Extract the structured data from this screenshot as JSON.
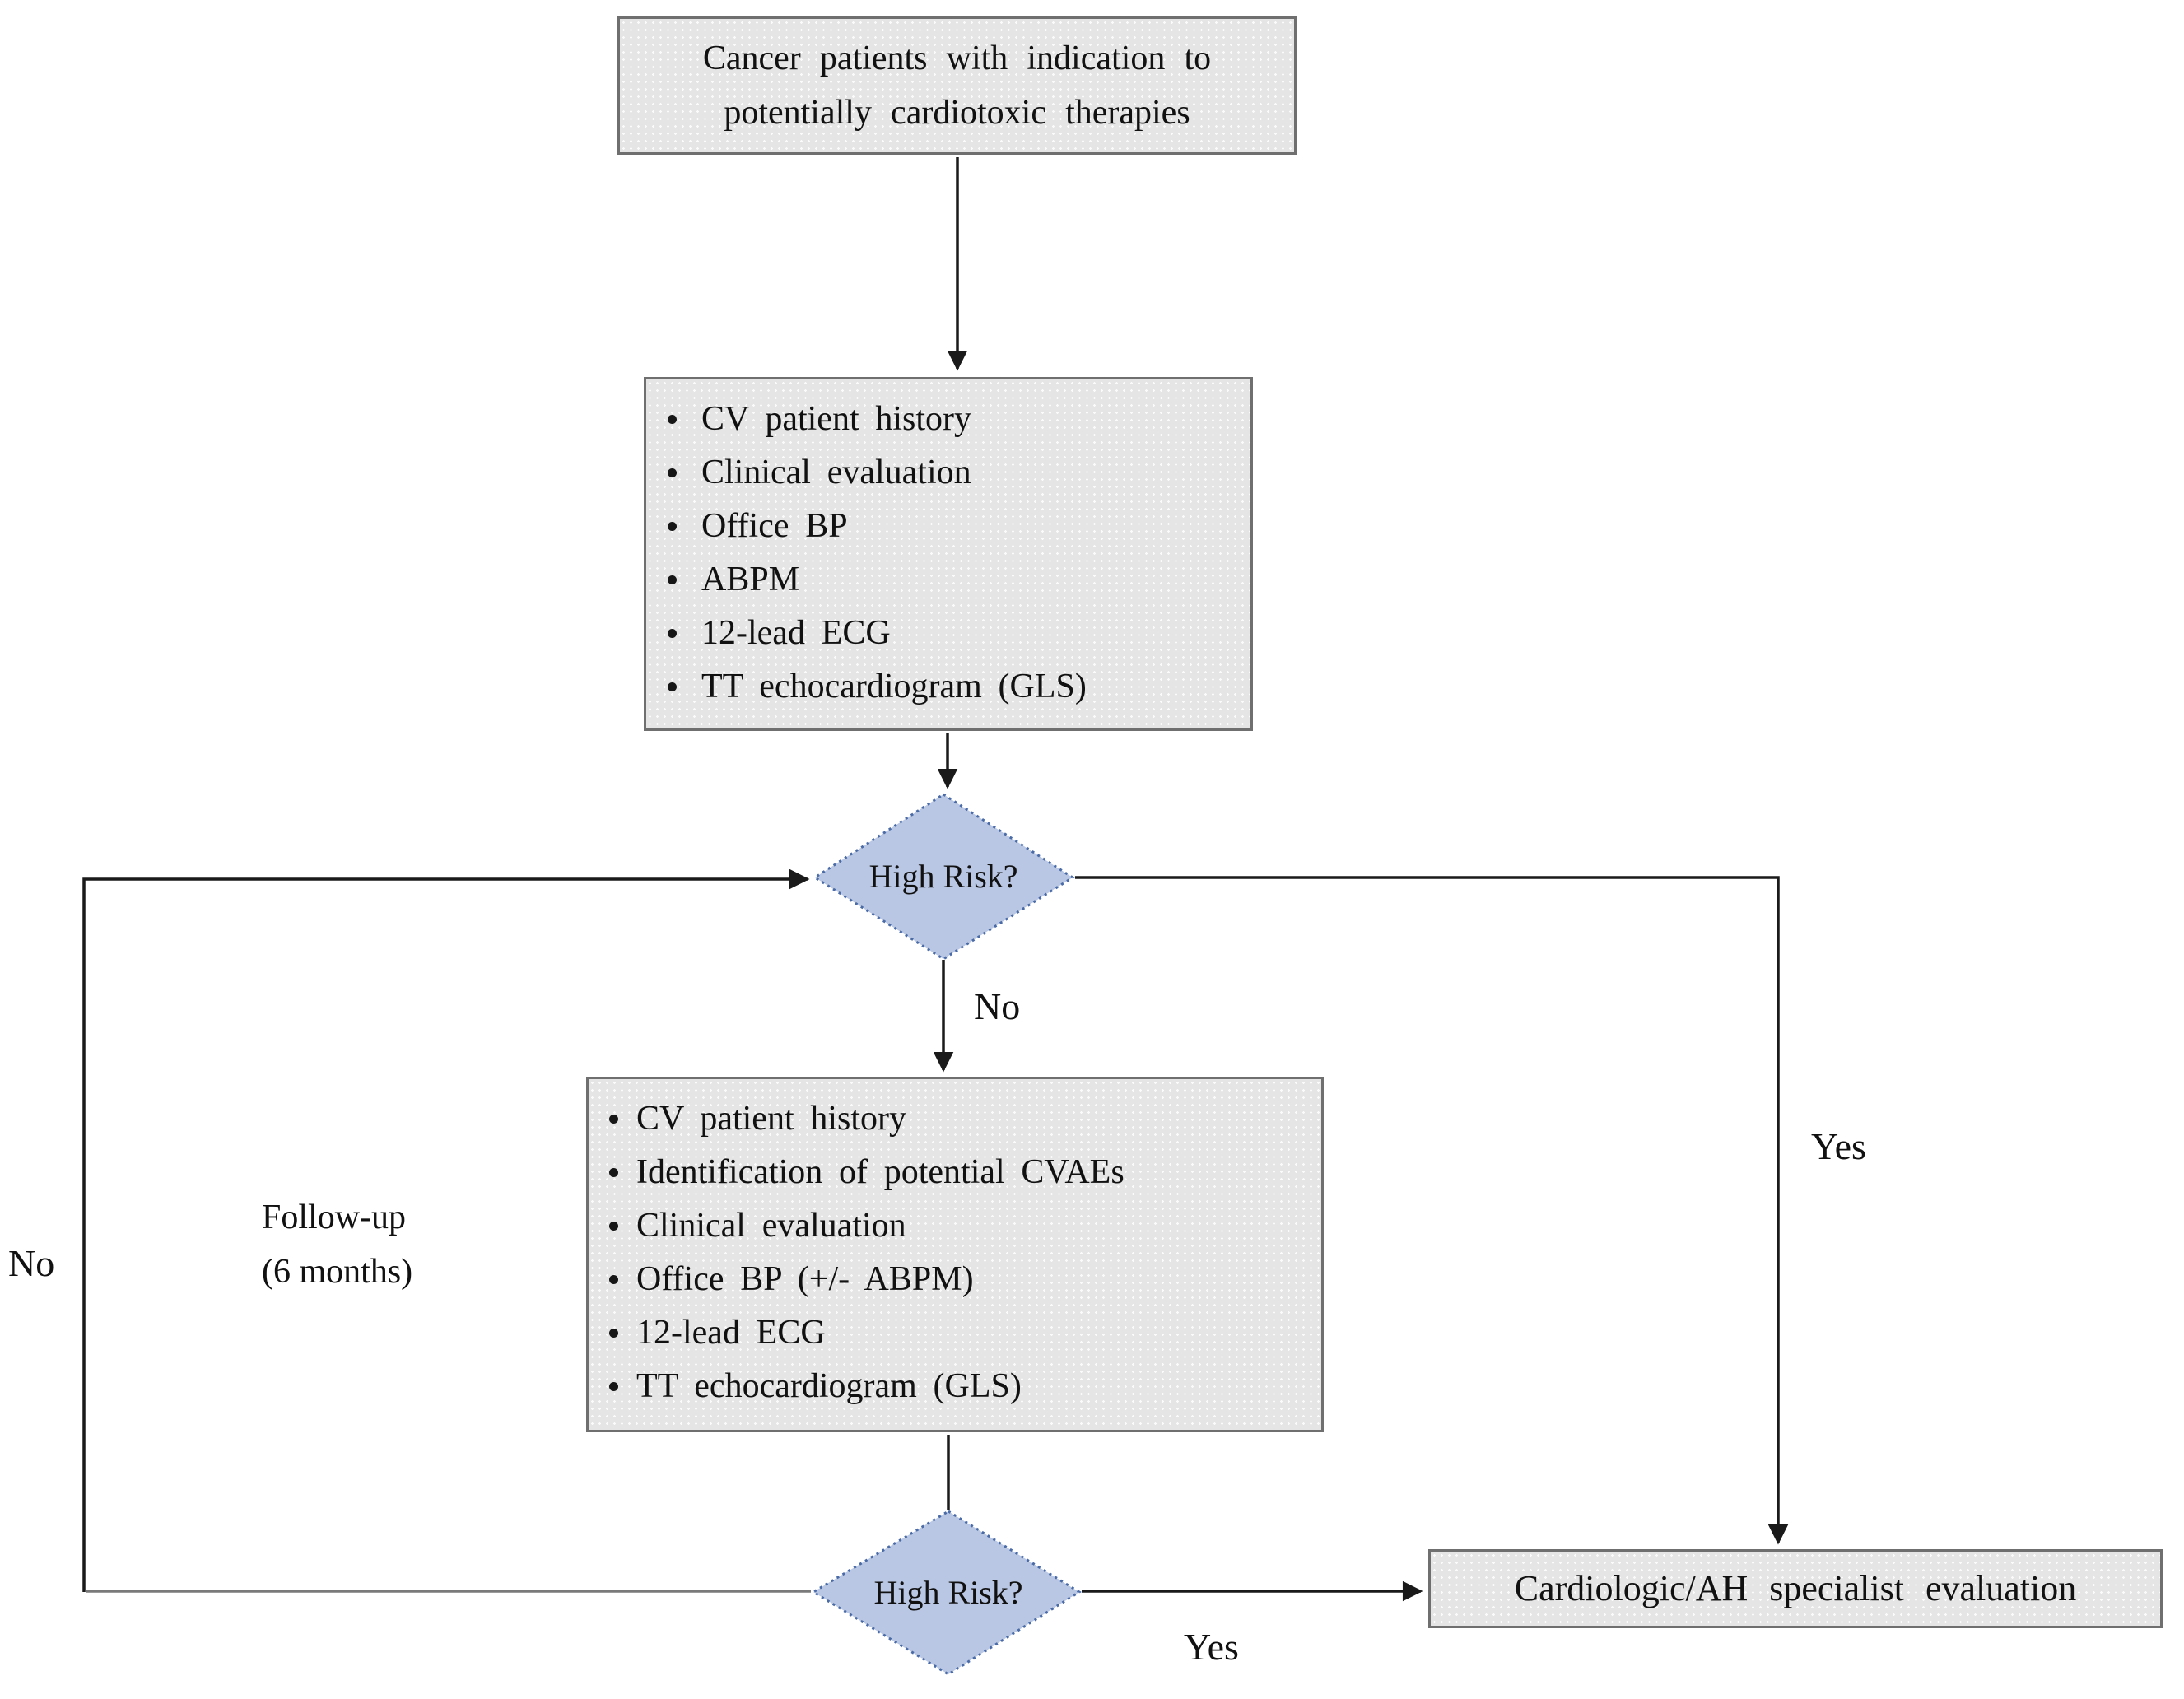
{
  "flowchart": {
    "nodes": {
      "start": {
        "text": "Cancer patients with indication to potentially cardiotoxic therapies"
      },
      "baseline_assessment": {
        "items": [
          "CV patient history",
          "Clinical evaluation",
          "Office BP",
          "ABPM",
          "12-lead ECG",
          "TT echocardiogram (GLS)"
        ]
      },
      "decision_high_risk_1": {
        "label": "High Risk?"
      },
      "followup_assessment": {
        "items": [
          "CV patient history",
          "Identification of potential CVAEs",
          "Clinical evaluation",
          "Office BP (+/- ABPM)",
          "12-lead ECG",
          "TT echocardiogram (GLS)"
        ]
      },
      "decision_high_risk_2": {
        "label": "High Risk?"
      },
      "specialist": {
        "text": "Cardiologic/AH specialist evaluation"
      }
    },
    "edge_labels": {
      "decision1_no": "No",
      "decision1_yes": "Yes",
      "decision2_yes": "Yes",
      "decision2_no": "No",
      "followup_line1": "Follow-up",
      "followup_line2": "(6 months)"
    },
    "colors": {
      "box_fill": "#e5e5e5",
      "box_border": "#6f6f6f",
      "diamond_fill": "#b9c7e4",
      "diamond_border": "#4a6ba6",
      "line": "#1a1a1a",
      "line_gray": "#7a7a7a",
      "text": "#111111"
    }
  }
}
